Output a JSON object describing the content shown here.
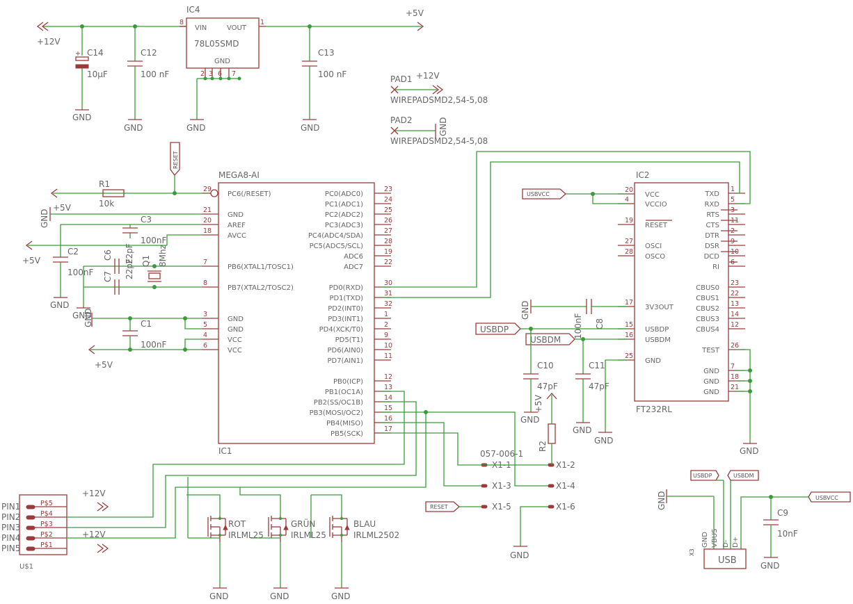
{
  "supply": {
    "v12": "+12V",
    "v5": "+5V",
    "gnd": "GND"
  },
  "ic4": {
    "name": "IC4",
    "part": "78L05SMD",
    "vin": "VIN",
    "vout": "VOUT",
    "gnd": "GND",
    "p8": "8",
    "p1": "1",
    "p2": "2",
    "p3": "3",
    "p6": "6",
    "p7": "7"
  },
  "caps": {
    "c14": "C14",
    "c14v": "10µF",
    "c12": "C12",
    "c12v": "100 nF",
    "c13": "C13",
    "c13v": "100 nF",
    "c3": "C3",
    "c3v": "100nF",
    "c2": "C2",
    "c2v": "100nF",
    "c6": "C6",
    "c6v": "22pF",
    "c7": "C7",
    "c7v": "22pF",
    "c1": "C1",
    "c1v": "100nF",
    "c8": "C8",
    "c8v": "100nF",
    "c10": "C10",
    "c10v": "47pF",
    "c11": "C11",
    "c11v": "47pF",
    "c9": "C9",
    "c9v": "10nF"
  },
  "pads": {
    "pad1": "PAD1",
    "pad2": "PAD2",
    "pkg": "WIREPADSMD2,54-5,08"
  },
  "r1": {
    "name": "R1",
    "value": "10k"
  },
  "r2": {
    "name": "R2"
  },
  "q1": {
    "name": "Q1",
    "value": "8Mhz"
  },
  "nets": {
    "reset": "RESET",
    "usbvcc": "USBVCC",
    "usbdp": "USBDP",
    "usbdm": "USBDM"
  },
  "mega": {
    "title": "MEGA8-AI",
    "ref": "IC1",
    "left": [
      {
        "pin": "29",
        "label": "PC6(/RESET)"
      },
      {
        "pin": "21",
        "label": "GND"
      },
      {
        "pin": "20",
        "label": "AREF"
      },
      {
        "pin": "18",
        "label": "AVCC"
      },
      {
        "pin": "7",
        "label": "PB6(XTAL1/TOSC1)"
      },
      {
        "pin": "8",
        "label": "PB7(XTAL2/TOSC2)"
      },
      {
        "pin": "3",
        "label": "GND"
      },
      {
        "pin": "5",
        "label": "GND"
      },
      {
        "pin": "4",
        "label": "VCC"
      },
      {
        "pin": "6",
        "label": "VCC"
      }
    ],
    "right": [
      {
        "pin": "23",
        "label": "PC0(ADC0)"
      },
      {
        "pin": "24",
        "label": "PC1(ADC1)"
      },
      {
        "pin": "25",
        "label": "PC2(ADC2)"
      },
      {
        "pin": "26",
        "label": "PC3(ADC3)"
      },
      {
        "pin": "27",
        "label": "PC4(ADC4/SDA)"
      },
      {
        "pin": "28",
        "label": "PC5(ADC5/SCL)"
      },
      {
        "pin": "19",
        "label": "ADC6"
      },
      {
        "pin": "22",
        "label": "ADC7"
      },
      {
        "pin": "30",
        "label": "PD0(RXD)"
      },
      {
        "pin": "31",
        "label": "PD1(TXD)"
      },
      {
        "pin": "32",
        "label": "PD2(INT0)"
      },
      {
        "pin": "1",
        "label": "PD3(INT1)"
      },
      {
        "pin": "2",
        "label": "PD4(XCK/T0)"
      },
      {
        "pin": "9",
        "label": "PD5(T1)"
      },
      {
        "pin": "10",
        "label": "PD6(AIN0)"
      },
      {
        "pin": "11",
        "label": "PD7(AIN1)"
      },
      {
        "pin": "12",
        "label": "PB0(ICP)"
      },
      {
        "pin": "13",
        "label": "PB1(OC1A)"
      },
      {
        "pin": "14",
        "label": "PB2(SS/OC1B)"
      },
      {
        "pin": "15",
        "label": "PB3(MOSI/OC2)"
      },
      {
        "pin": "16",
        "label": "PB4(MISO)"
      },
      {
        "pin": "17",
        "label": "PB5(SCK)"
      }
    ]
  },
  "ft": {
    "title": "IC2",
    "ref": "FT232RL",
    "left": [
      {
        "pin": "20",
        "label": "VCC"
      },
      {
        "pin": "4",
        "label": "VCCIO"
      },
      {
        "pin": "19",
        "label": "RESET"
      },
      {
        "pin": "27",
        "label": "OSCI"
      },
      {
        "pin": "28",
        "label": "OSCO"
      },
      {
        "pin": "17",
        "label": "3V3OUT"
      },
      {
        "pin": "15",
        "label": "USBDP"
      },
      {
        "pin": "16",
        "label": "USBDM"
      },
      {
        "pin": "25",
        "label": "GND"
      }
    ],
    "right": [
      {
        "pin": "1",
        "label": "TXD"
      },
      {
        "pin": "5",
        "label": "RXD"
      },
      {
        "pin": "3",
        "label": "RTS"
      },
      {
        "pin": "11",
        "label": "CTS"
      },
      {
        "pin": "2",
        "label": "DTR"
      },
      {
        "pin": "9",
        "label": "DSR"
      },
      {
        "pin": "10",
        "label": "DCD"
      },
      {
        "pin": "6",
        "label": "RI"
      },
      {
        "pin": "23",
        "label": "CBUS0"
      },
      {
        "pin": "22",
        "label": "CBUS1"
      },
      {
        "pin": "13",
        "label": "CBUS2"
      },
      {
        "pin": "14",
        "label": "CBUS3"
      },
      {
        "pin": "12",
        "label": "CBUS4"
      },
      {
        "pin": "26",
        "label": "TEST"
      },
      {
        "pin": "7",
        "label": "GND"
      },
      {
        "pin": "18",
        "label": "GND"
      },
      {
        "pin": "21",
        "label": "GND"
      }
    ]
  },
  "conn": {
    "name": "057-006-1",
    "pins": [
      "X1-1",
      "X1-2",
      "X1-3",
      "X1-4",
      "X1-5",
      "X1-6"
    ]
  },
  "fets": {
    "rot": "ROT",
    "gruen": "GRÜN",
    "blau": "BLAU",
    "part": "IRLML2502",
    "part_cut": "IRLML25"
  },
  "header": {
    "ref": "U$1",
    "pins": [
      "PIN1",
      "PIN2",
      "PIN3",
      "PIN4",
      "PIN5"
    ],
    "pads": [
      "P$5",
      "P$4",
      "P$3",
      "P$2",
      "P$1"
    ]
  },
  "usb": {
    "ref": "X3",
    "label": "USB",
    "pins": [
      "GND",
      "VBUS",
      "D-",
      "D+"
    ]
  }
}
